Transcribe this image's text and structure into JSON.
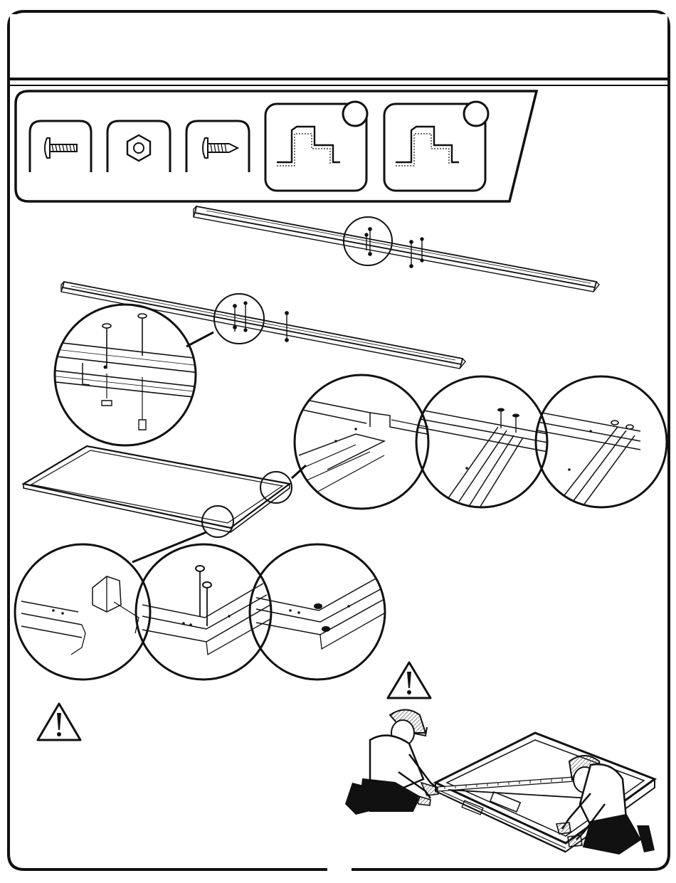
{
  "colors": {
    "ink": "#111111",
    "paper": "#ffffff",
    "hatch": "#555555"
  },
  "hardware_panel": {
    "icons": [
      "truss-head-bolt-icon",
      "hex-nut-icon",
      "sheet-metal-screw-icon",
      "frame-channel-part-icon",
      "frame-channel-part-icon"
    ],
    "part_badges": [
      "",
      ""
    ]
  },
  "warnings": [
    {
      "icon": "warning-triangle-icon"
    },
    {
      "icon": "warning-triangle-icon"
    }
  ],
  "illustrations": [
    "side-rail-assembly-top",
    "side-rail-assembly-bottom",
    "rail-joint-detail-callout",
    "frame-corner-detail-callouts",
    "base-frame-rectangle",
    "frame-corner-bolt-callouts",
    "workers-squaring-frame"
  ]
}
